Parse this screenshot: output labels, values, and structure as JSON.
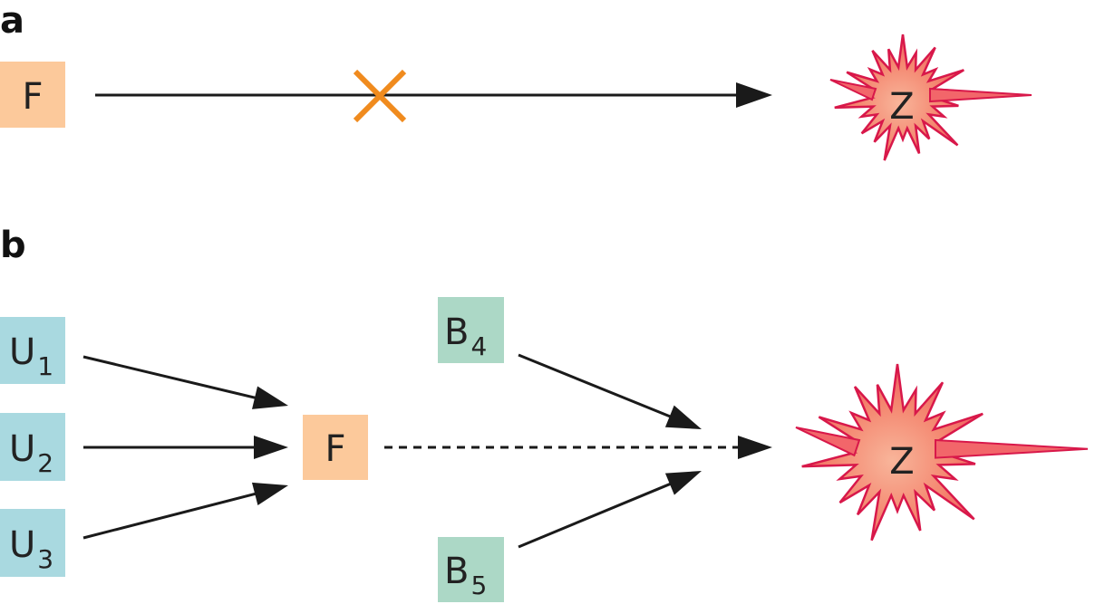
{
  "panels": {
    "a": {
      "label": "a",
      "source": "F",
      "target": "Z"
    },
    "b": {
      "label": "b",
      "inputs": [
        {
          "base": "U",
          "sub": "1"
        },
        {
          "base": "U",
          "sub": "2"
        },
        {
          "base": "U",
          "sub": "3"
        }
      ],
      "mediator": "F",
      "modifiers": [
        {
          "base": "B",
          "sub": "4"
        },
        {
          "base": "B",
          "sub": "5"
        }
      ],
      "target": "Z"
    }
  },
  "colors": {
    "mediator_fill": "#fcc99b",
    "input_fill": "#a9d9e0",
    "modifier_fill": "#acd8c6",
    "blocked_mark": "#f08b1e",
    "burst_stroke": "#d8184a",
    "burst_inner": "#f4a08a",
    "burst_outer": "#f25d65",
    "edge": "#1a1a1a"
  }
}
